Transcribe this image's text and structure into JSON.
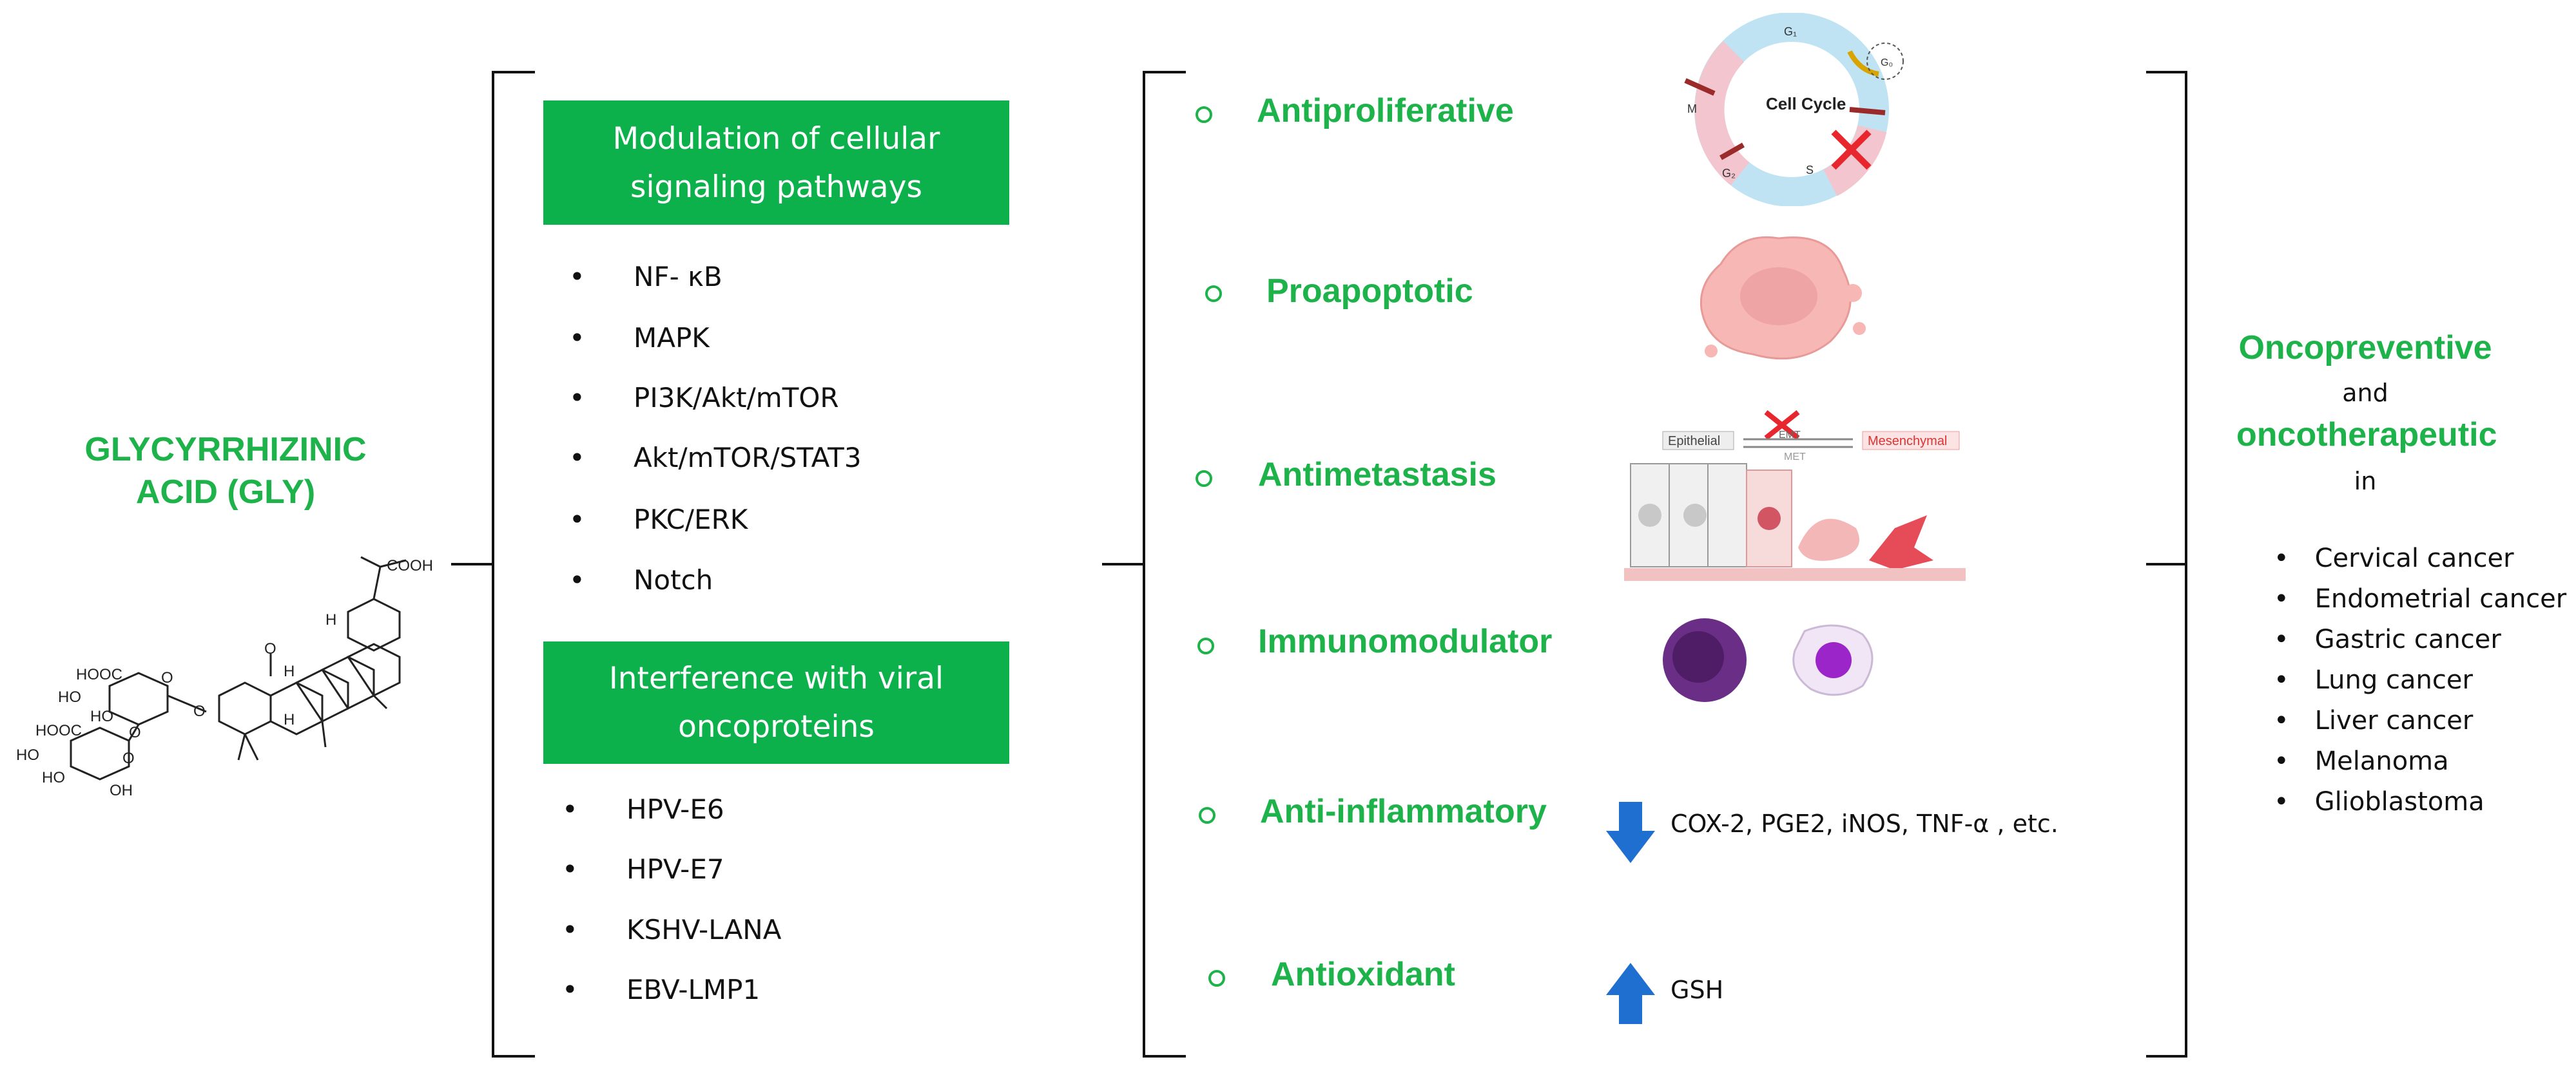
{
  "gly": {
    "line1": "GLYCYRRHIZINIC",
    "line2": "ACID (GLY)"
  },
  "molecule": {
    "cooh_top": "COOH",
    "o_ketone": "O",
    "h1": "H",
    "h2": "H",
    "h3": "H",
    "hooc1": "HOOC",
    "hooc2": "HOOC",
    "ho_labels": [
      "HO",
      "HO",
      "HO",
      "HO"
    ],
    "oh_labels": [
      "O",
      "O",
      "O",
      "O",
      "OH"
    ]
  },
  "box1": {
    "line1": "Modulation of cellular",
    "line2": "signaling pathways"
  },
  "pathways": [
    "NF- κB",
    "MAPK",
    "PI3K/Akt/mTOR",
    "Akt/mTOR/STAT3",
    "PKC/ERK",
    "Notch"
  ],
  "box2": {
    "line1": "Interference with viral",
    "line2": "oncoproteins"
  },
  "viral": [
    "HPV-E6",
    "HPV-E7",
    "KSHV-LANA",
    "EBV-LMP1"
  ],
  "bullet": "•",
  "effects": [
    "Antiproliferative",
    "Proapoptotic",
    "Antimetastasis",
    "Immunomodulator",
    "Anti-inflammatory",
    "Antioxidant"
  ],
  "cell_cycle": {
    "title": "Cell Cycle",
    "g1": "G₁",
    "g0": "G₀",
    "m": "M",
    "g2": "G₂",
    "s": "S"
  },
  "emt": {
    "epithelial": "Epithelial",
    "mesenchymal": "Mesenchymal",
    "emt": "EMT",
    "met": "MET"
  },
  "inflammatory_note": "COX-2, PGE2, iNOS, TNF-α , etc.",
  "antioxidant_note": "GSH",
  "right": {
    "onco1": "Oncopreventive",
    "and": "and",
    "onco2": "oncotherapeutic",
    "in": "in"
  },
  "cancers": [
    "Cervical cancer",
    "Endometrial cancer",
    "Gastric cancer",
    "Lung cancer",
    "Liver cancer",
    "Melanoma",
    "Glioblastoma"
  ],
  "colors": {
    "green": "#1db34a",
    "box_green": "#0db14b",
    "arrow_blue": "#1f6fd1",
    "cross_red": "#e8262d"
  }
}
